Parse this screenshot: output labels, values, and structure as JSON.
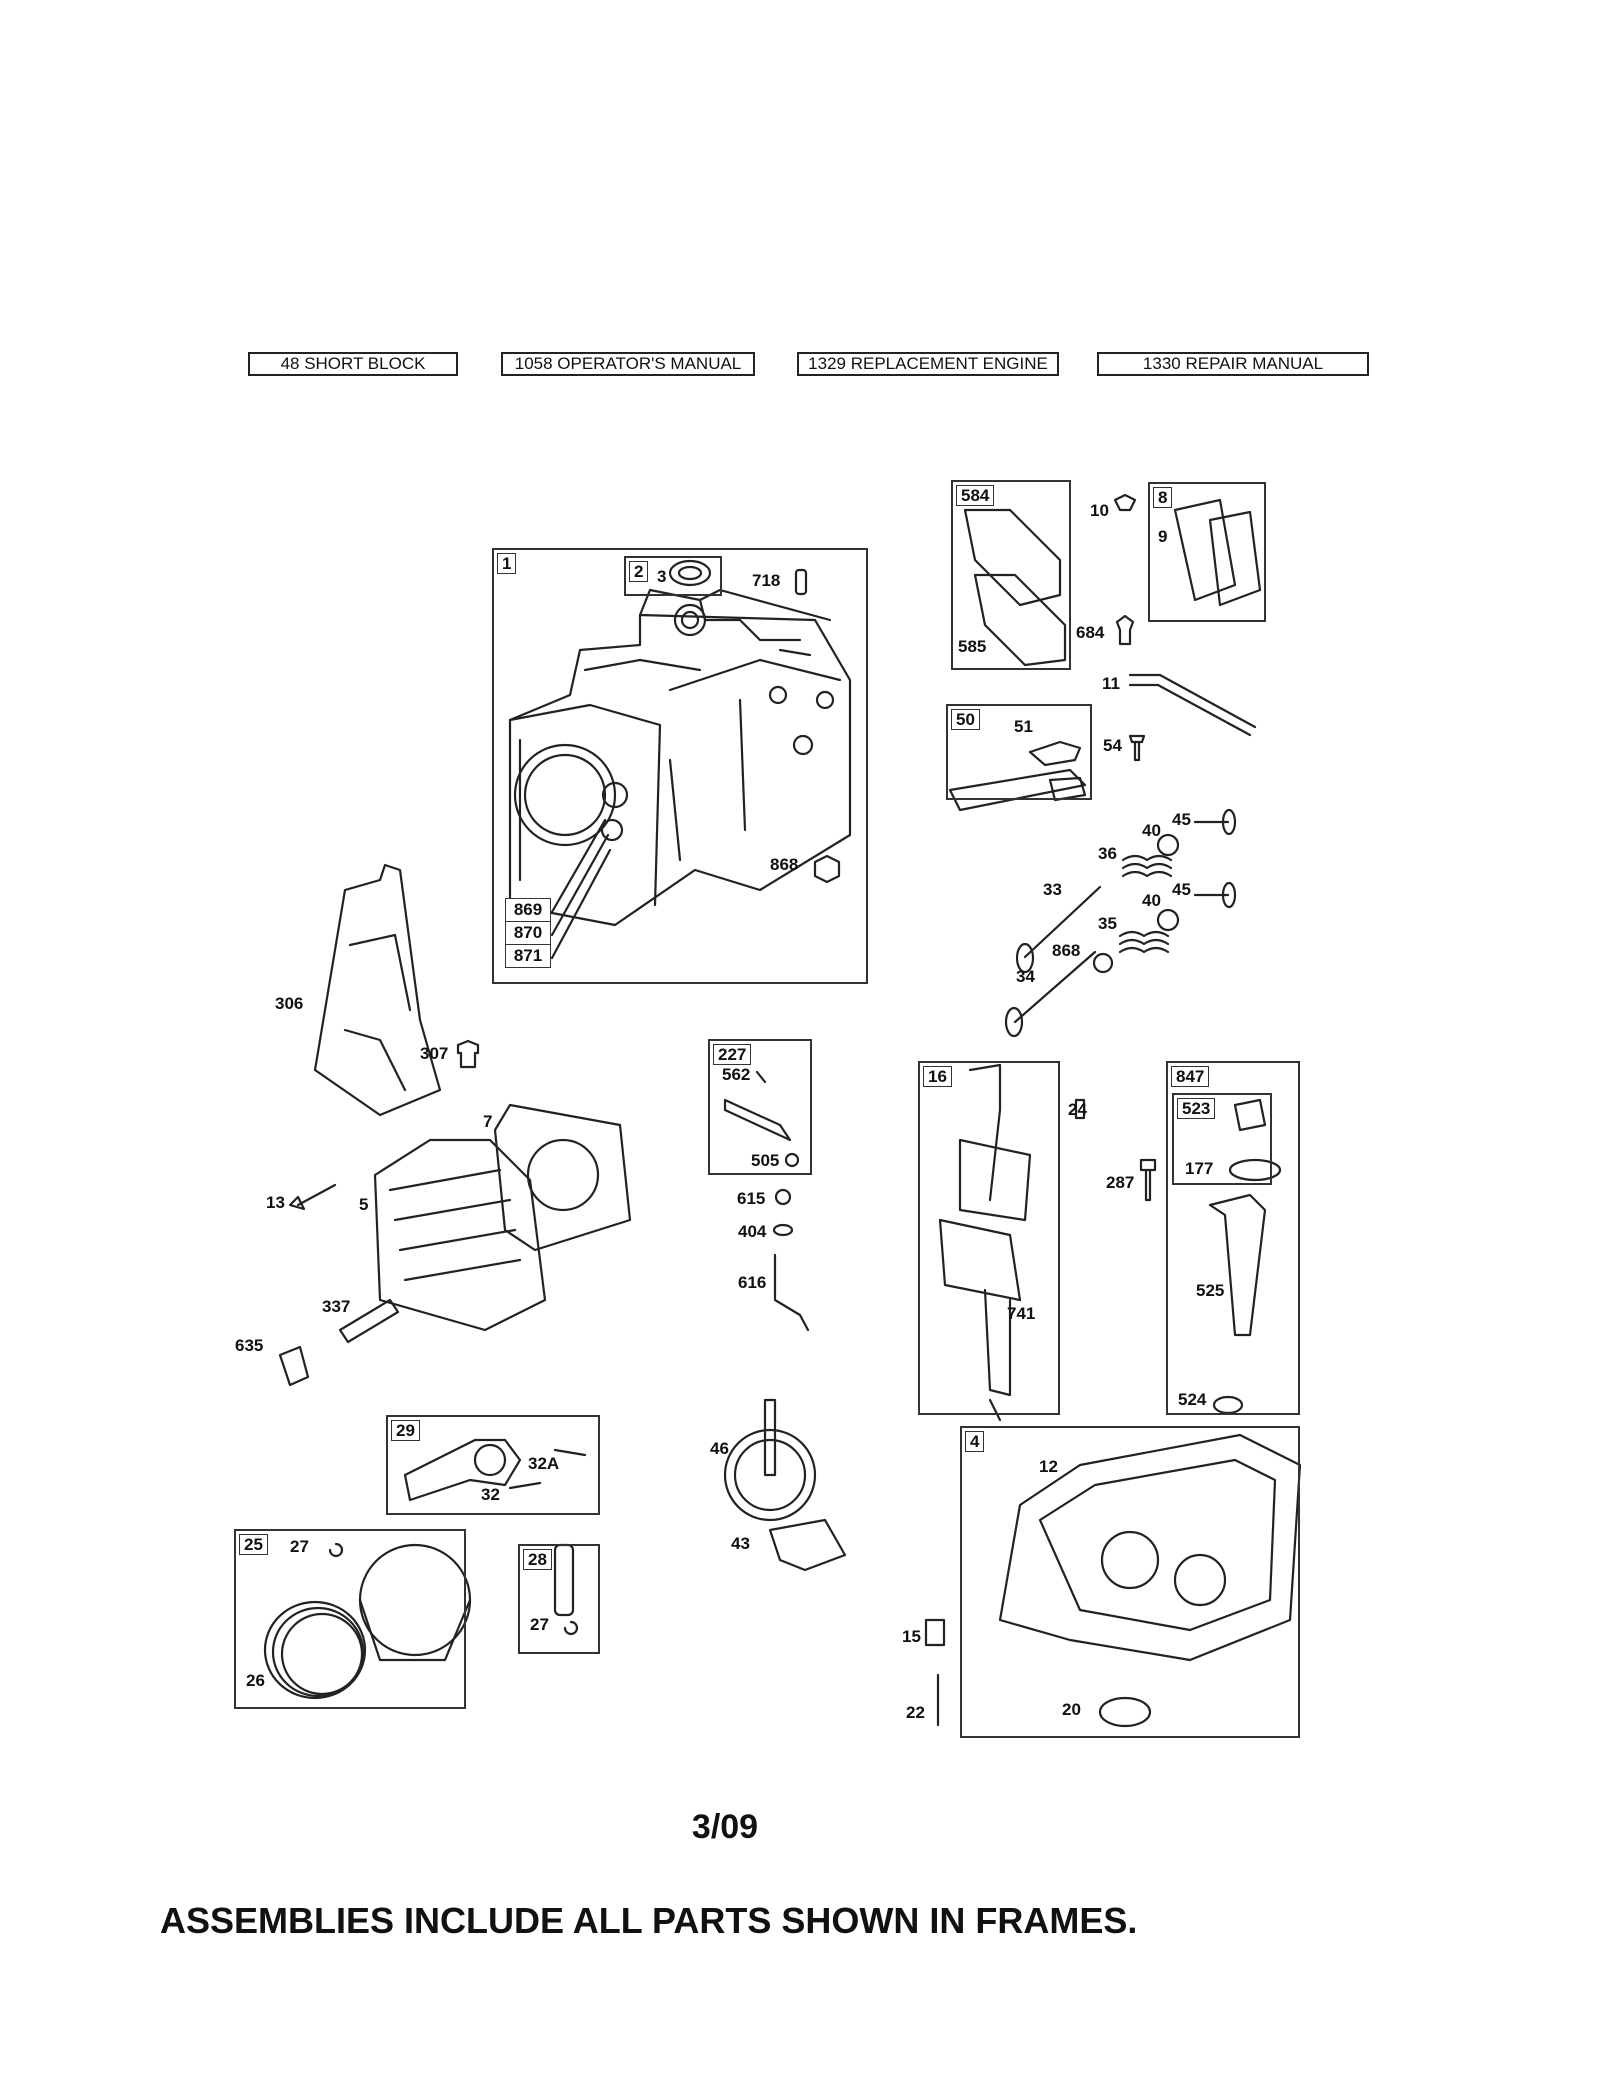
{
  "reference_boxes": [
    "48 SHORT BLOCK",
    "1058 OPERATOR'S MANUAL",
    "1329 REPLACEMENT ENGINE",
    "1330 REPAIR MANUAL"
  ],
  "frames": {
    "f1": "1",
    "f2": "2",
    "f584": "584",
    "f8": "8",
    "f50": "50",
    "f227": "227",
    "f16": "16",
    "f847": "847",
    "f523": "523",
    "f29": "29",
    "f4": "4",
    "f25": "25",
    "f28": "28"
  },
  "labels": {
    "l3": "3",
    "l718": "718",
    "l868a": "868",
    "l869": "869",
    "l870": "870",
    "l871": "871",
    "l10": "10",
    "l9": "9",
    "l585": "585",
    "l684": "684",
    "l11": "11",
    "l51": "51",
    "l54": "54",
    "l45a": "45",
    "l40a": "40",
    "l36": "36",
    "l33": "33",
    "l45b": "45",
    "l40b": "40",
    "l35": "35",
    "l868b": "868",
    "l34": "34",
    "l306": "306",
    "l307": "307",
    "l7": "7",
    "l13": "13",
    "l5": "5",
    "l337": "337",
    "l635": "635",
    "l562": "562",
    "l505": "505",
    "l615": "615",
    "l404": "404",
    "l616": "616",
    "l24": "24",
    "l287": "287",
    "l741": "741",
    "l177": "177",
    "l525": "525",
    "l524": "524",
    "l32a": "32A",
    "l32": "32",
    "l46": "46",
    "l43": "43",
    "l12": "12",
    "l27a": "27",
    "l26": "26",
    "l27b": "27",
    "l15": "15",
    "l22": "22",
    "l20": "20"
  },
  "footer": {
    "date": "3/09",
    "note": "ASSEMBLIES INCLUDE ALL PARTS SHOWN IN FRAMES."
  }
}
